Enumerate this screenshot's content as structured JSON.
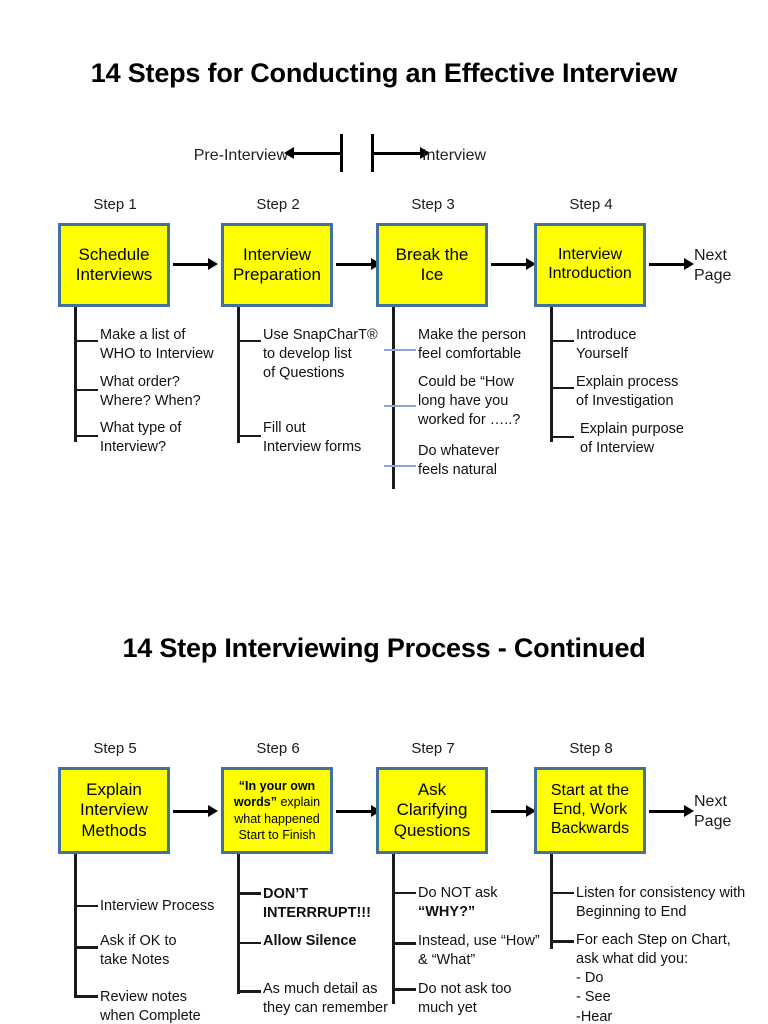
{
  "slide1": {
    "title": "14 Steps for Conducting an Effective Interview",
    "phase": {
      "left_label": "Pre-Interview",
      "right_label": "Interview"
    },
    "next_page": "Next\nPage",
    "steps": [
      {
        "label": "Step 1",
        "box": "Schedule\nInterviews",
        "bullets": [
          "Make a list of\nWHO to Interview",
          "What order?\nWhere? When?",
          "What type of\nInterview?"
        ]
      },
      {
        "label": "Step 2",
        "box": "Interview\nPreparation",
        "bullets": [
          "Use SnapCharT®\nto develop list\nof Questions",
          "Fill out\nInterview forms"
        ]
      },
      {
        "label": "Step 3",
        "box": "Break the\nIce",
        "bullets": [
          "Make the person\nfeel comfortable",
          "Could be “How\nlong have you\nworked for …..?",
          "Do whatever\nfeels natural"
        ]
      },
      {
        "label": "Step 4",
        "box": "Interview\nIntroduction",
        "bullets": [
          "Introduce\nYourself",
          "Explain process\nof Investigation",
          "Explain purpose\nof Interview"
        ]
      }
    ]
  },
  "slide2": {
    "title": "14 Step Interviewing Process - Continued",
    "next_page": "Next\nPage",
    "steps": [
      {
        "label": "Step 5",
        "box": "Explain\nInterview\nMethods",
        "bullets": [
          "Interview Process",
          "Ask if OK to\ntake Notes",
          "Review notes\nwhen Complete"
        ]
      },
      {
        "label": "Step 6",
        "box_html": "<b>“In your own words”</b> explain what happened Start to Finish",
        "box": "“In your own words” explain what happened Start to Finish",
        "bullets_html": [
          "<b>DON’T INTERRRUPT!!!</b>",
          "<b>Allow Silence</b>",
          "As much detail as they can remember"
        ]
      },
      {
        "label": "Step 7",
        "box": "Ask\nClarifying\nQuestions",
        "bullets_html": [
          "Do NOT ask <b>“WHY?”</b>",
          "Instead, use “How” &amp; “What”",
          "Do not ask too much yet"
        ]
      },
      {
        "label": "Step 8",
        "box": "Start at the\nEnd, Work\nBackwards",
        "bullets_html": [
          "Listen for consistency with Beginning to End",
          "For each Step on Chart, ask what did you:\n- Do\n- See\n-Hear"
        ]
      }
    ]
  },
  "colors": {
    "box_fill": "#FFFF00",
    "box_border": "#41719C",
    "arrow": "#000000",
    "blue_tick": "#8AA9D6",
    "text": "#111111"
  }
}
